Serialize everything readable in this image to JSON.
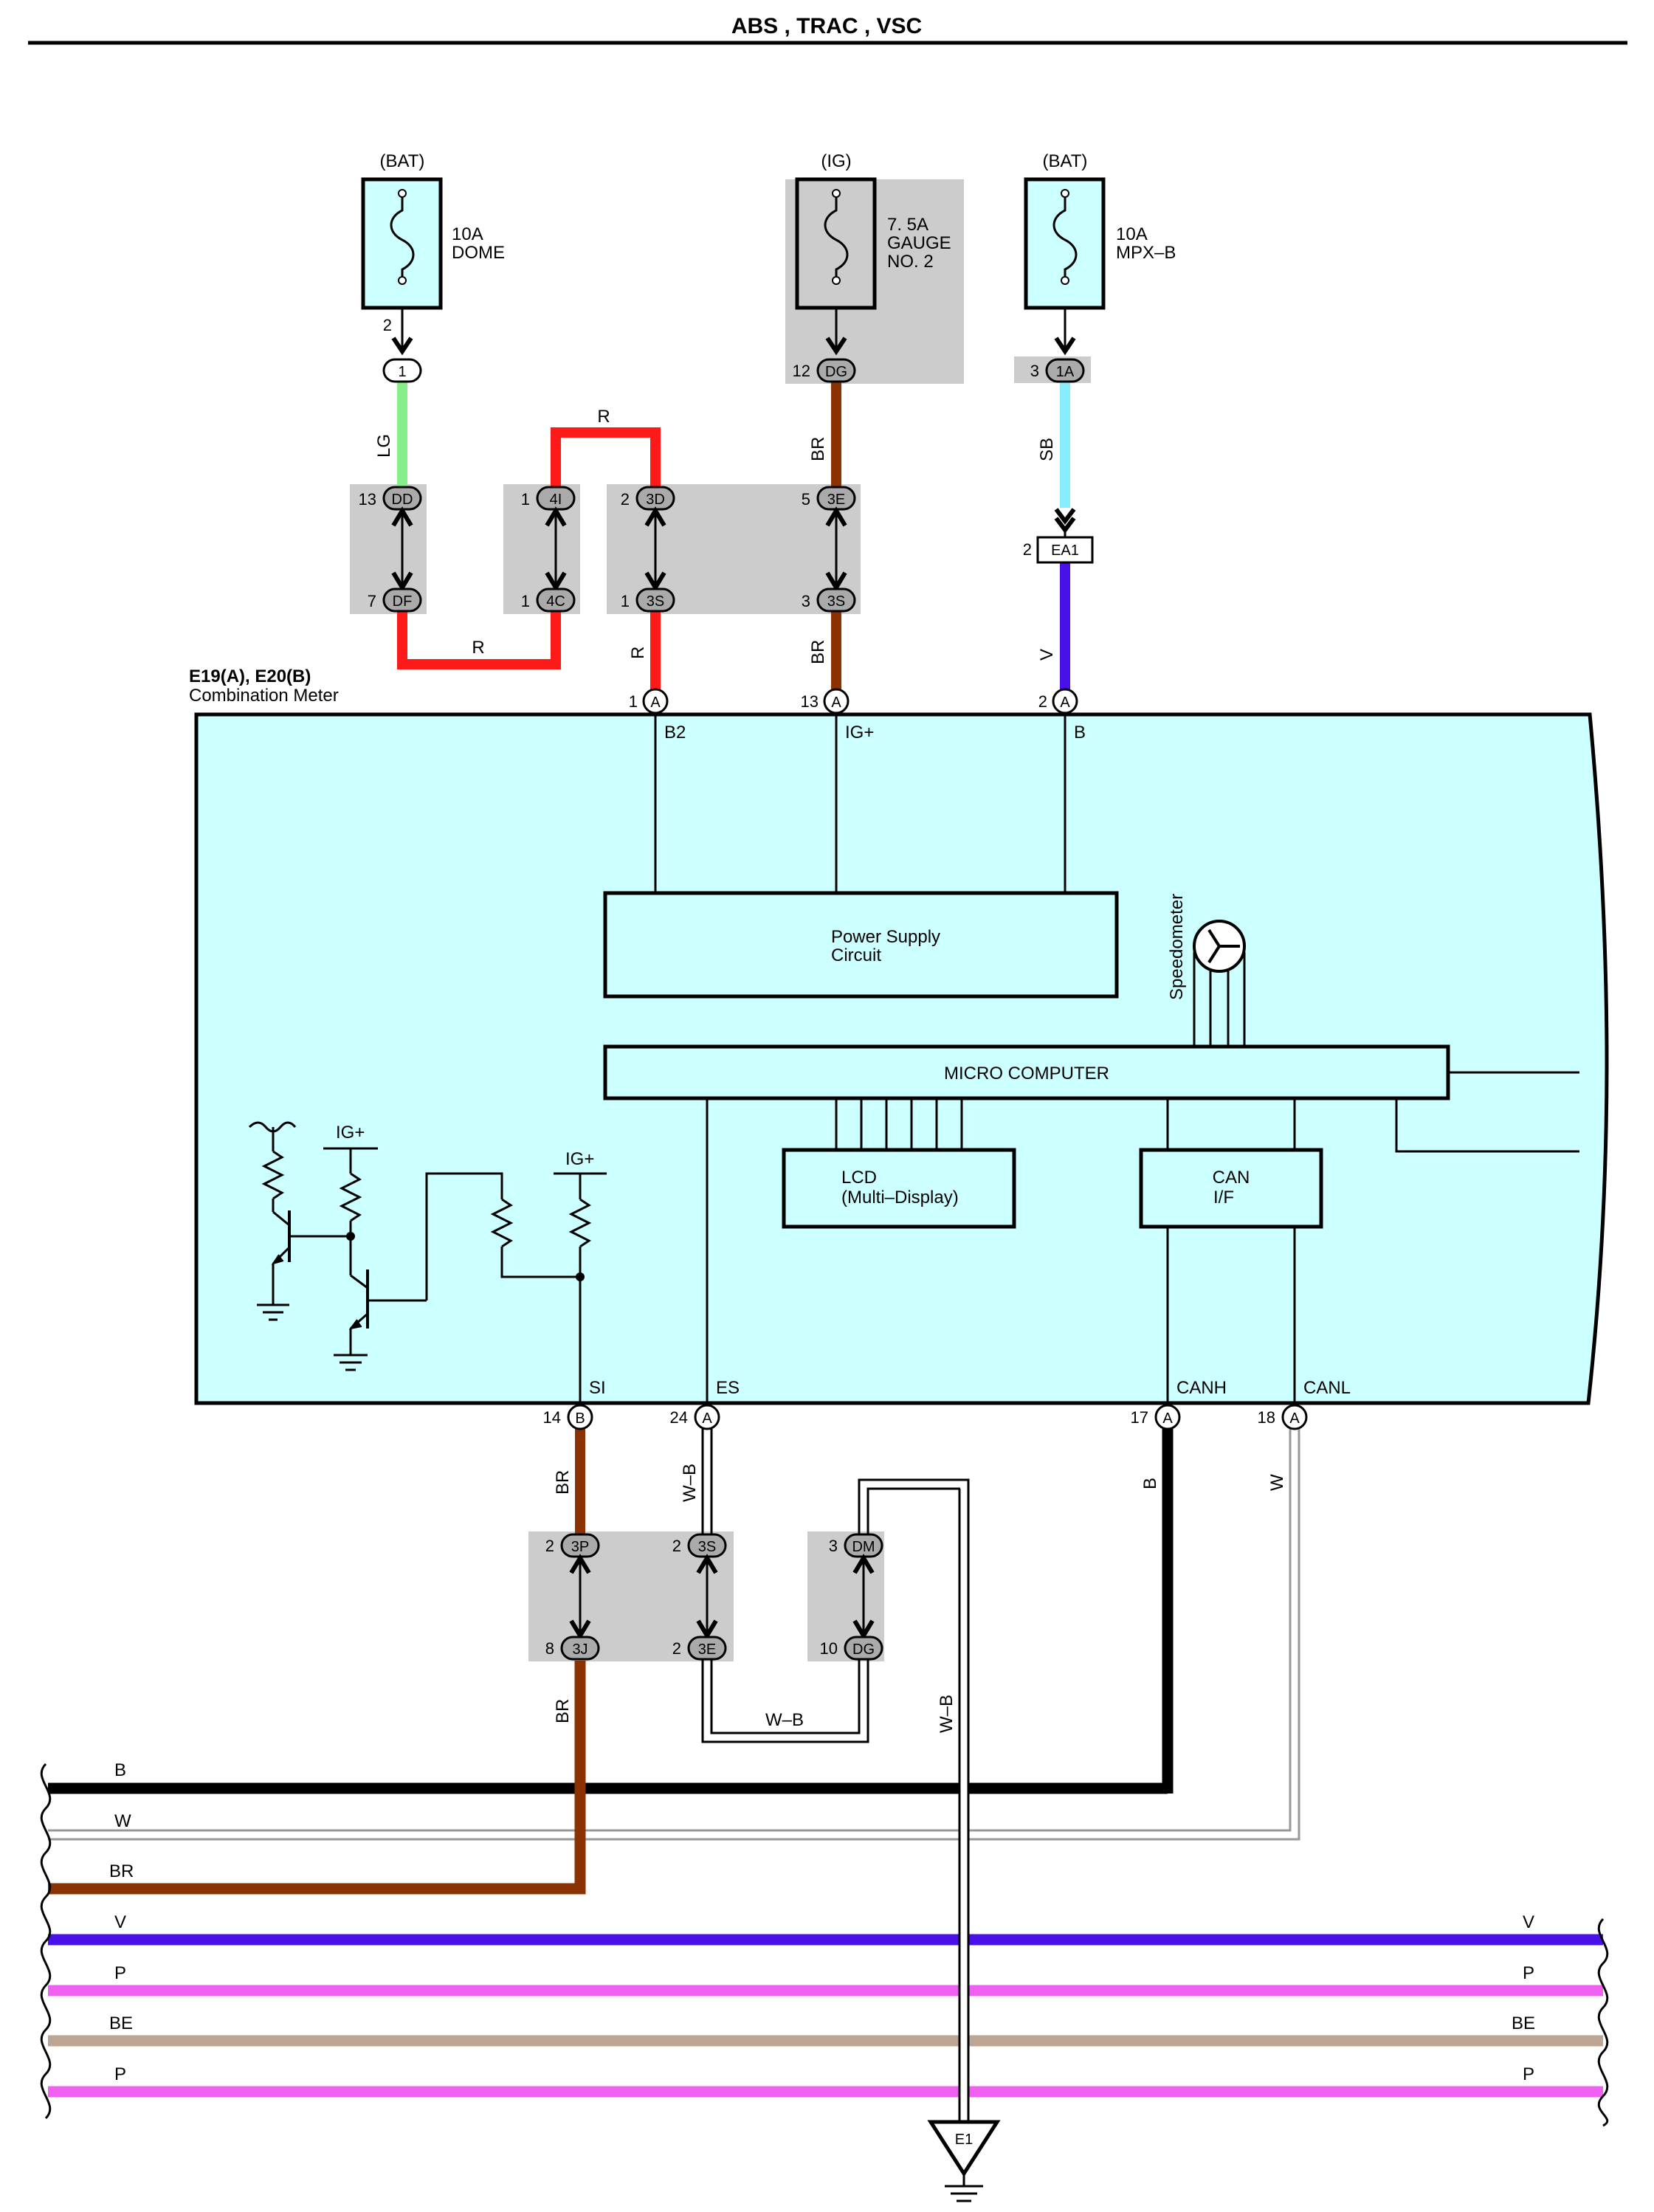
{
  "title": "ABS , TRAC , VSC",
  "fuses": [
    {
      "source": "(BAT)",
      "rating": "10A",
      "name1": "DOME",
      "name2": ""
    },
    {
      "source": "(IG)",
      "rating": "7. 5A",
      "name1": "GAUGE",
      "name2": "NO. 2"
    },
    {
      "source": "(BAT)",
      "rating": "10A",
      "name1": "MPX–B",
      "name2": ""
    }
  ],
  "connectors": {
    "c1": {
      "code": "1",
      "pin": "2"
    },
    "c_dg_top": {
      "code": "DG",
      "pin": "12"
    },
    "c_1a": {
      "code": "1A",
      "pin": "3"
    },
    "c_dd": {
      "code": "DD",
      "pin": "13"
    },
    "c_df": {
      "code": "DF",
      "pin": "7"
    },
    "c_4i": {
      "code": "4I",
      "pin": "1"
    },
    "c_4c": {
      "code": "4C",
      "pin": "1"
    },
    "c_3d": {
      "code": "3D",
      "pin": "2"
    },
    "c_3s_top": {
      "code": "3S",
      "pin": "1"
    },
    "c_3e_top": {
      "code": "3E",
      "pin": "5"
    },
    "c_3s_top2": {
      "code": "3S",
      "pin": "3"
    },
    "c_ea1": {
      "code": "EA1",
      "pin": "2"
    },
    "m_b2": {
      "code": "A",
      "pin": "1"
    },
    "m_ig": {
      "code": "A",
      "pin": "13"
    },
    "m_b": {
      "code": "A",
      "pin": "2"
    },
    "m_si": {
      "code": "B",
      "pin": "14"
    },
    "m_es": {
      "code": "A",
      "pin": "24"
    },
    "m_canh": {
      "code": "A",
      "pin": "17"
    },
    "m_canl": {
      "code": "A",
      "pin": "18"
    },
    "c_3p": {
      "code": "3P",
      "pin": "2"
    },
    "c_3j": {
      "code": "3J",
      "pin": "8"
    },
    "c_3s_bot": {
      "code": "3S",
      "pin": "2"
    },
    "c_3e_bot": {
      "code": "3E",
      "pin": "2"
    },
    "c_dm": {
      "code": "DM",
      "pin": "3"
    },
    "c_dg_bot": {
      "code": "DG",
      "pin": "10"
    },
    "pin1": "1",
    "pin_top_b": "2"
  },
  "wire_labels": {
    "lg": "LG",
    "r_top": "R",
    "r_bottom": "R",
    "r_vert": "R",
    "br1": "BR",
    "br2": "BR",
    "sb": "SB",
    "v": "V",
    "br_si": "BR",
    "wb_es": "W–B",
    "b_canh": "B",
    "w_canl": "W",
    "br_lower": "BR",
    "wb_loop": "W–B",
    "wb_ground": "W–B"
  },
  "meter": {
    "title": "E19(A), E20(B)",
    "subtitle": "Combination Meter",
    "pins": {
      "b2": "B2",
      "ig": "IG+",
      "b": "B",
      "si": "SI",
      "es": "ES",
      "canh": "CANH",
      "canl": "CANL"
    },
    "power_supply": [
      "Power Supply",
      "Circuit"
    ],
    "micro": "MICRO COMPUTER",
    "lcd": [
      "LCD",
      "(Multi–Display)"
    ],
    "can": [
      "CAN",
      "I/F"
    ],
    "speedometer": "Speedometer",
    "igplus1": "IG+",
    "igplus2": "IG+"
  },
  "bus_lines": [
    {
      "name": "B",
      "color": "#000000",
      "right_label": ""
    },
    {
      "name": "W",
      "color": "#ffffff",
      "right_label": ""
    },
    {
      "name": "BR",
      "color": "#8b3300",
      "right_label": ""
    },
    {
      "name": "V",
      "color": "#4a10e8",
      "right_label": "V"
    },
    {
      "name": "P",
      "color": "#f060f0",
      "right_label": "P"
    },
    {
      "name": "BE",
      "color": "#bda593",
      "right_label": "BE"
    },
    {
      "name": "P",
      "color": "#f060f0",
      "right_label": "P"
    }
  ],
  "ground": "E1",
  "colors": {
    "meter_fill": "#ccffff",
    "conn_bg": "#cccccc",
    "r": "#ff1a1a",
    "lg": "#88ee88",
    "sb": "#88eeff",
    "v": "#4a10e8",
    "br": "#8b3300",
    "p": "#f060f0",
    "be": "#bda593"
  }
}
